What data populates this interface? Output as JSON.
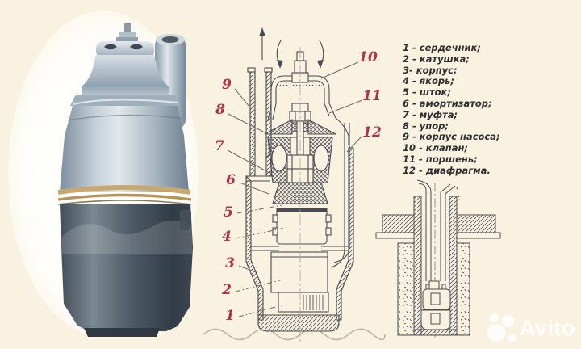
{
  "colors": {
    "bg": "#faf2e1",
    "line": "#4b4b52",
    "callout": "#b23243",
    "legendtext": "#2f2f31",
    "wm": "#ffffff",
    "metal_light": "#d9e0e6",
    "metal_dark": "#323d47",
    "brass_ring": "#c9a86d"
  },
  "legend": {
    "items": [
      "1 - сердечник;",
      "2 - катушка;",
      "3- корпус;",
      "4 - якорь;",
      "5 - шток;",
      "6 - амортизатор;",
      "7 - муфта;",
      "8 - упор;",
      "9 - корпус насоса;",
      "10 - клапан;",
      "11 - поршень;",
      "12 - диафрагма."
    ]
  },
  "diagram": {
    "callout_labels": [
      "1",
      "2",
      "3",
      "4",
      "5",
      "6",
      "7",
      "8",
      "9",
      "10",
      "11",
      "12"
    ]
  },
  "watermark": {
    "text": "Avito"
  }
}
